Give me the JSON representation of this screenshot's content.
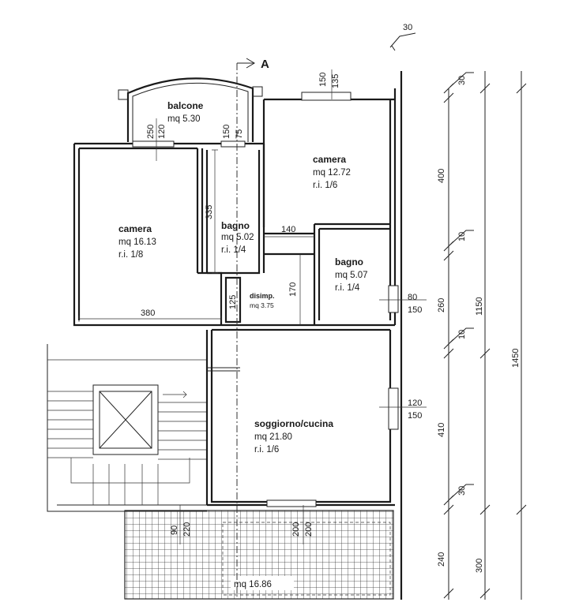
{
  "section_mark": "A",
  "rooms": {
    "balcone": {
      "name": "balcone",
      "area": "mq 5.30"
    },
    "camera_left": {
      "name": "camera",
      "area": "mq 16.13",
      "ri": "r.i. 1/8"
    },
    "bagno_left": {
      "name": "bagno",
      "area": "mq 5.02",
      "ri": "r.i. 1/4"
    },
    "camera_right": {
      "name": "camera",
      "area": "mq 12.72",
      "ri": "r.i. 1/6"
    },
    "disimp": {
      "name": "disimp.",
      "area": "mq 3.75"
    },
    "bagno_right": {
      "name": "bagno",
      "area": "mq 5.07",
      "ri": "r.i. 1/4"
    },
    "soggiorno": {
      "name": "soggiorno/cucina",
      "area": "mq 21.80",
      "ri": "r.i. 1/6"
    },
    "terrace": {
      "area": "mq 16.86"
    }
  },
  "dimensions": {
    "top_30": "30",
    "win_150_top": "150",
    "win_135": "135",
    "win_250": "250",
    "win_120_top": "120",
    "win_150_b": "150",
    "win_75": "75",
    "d_335": "335",
    "d_140": "140",
    "d_380": "380",
    "d_125": "125",
    "d_170": "170",
    "win_80": "80",
    "win_150_r1": "150",
    "win_120_r": "120",
    "win_150_r2": "150",
    "t_90": "90",
    "t_220": "220",
    "t_200a": "200",
    "t_200b": "200",
    "c_30a": "30",
    "c_400": "400",
    "c_10a": "10",
    "c_260": "260",
    "c_10b": "10",
    "c_410": "410",
    "c_30b": "30",
    "c_240": "240",
    "c_1150": "1150",
    "c_1450": "1450",
    "c_300": "300"
  }
}
